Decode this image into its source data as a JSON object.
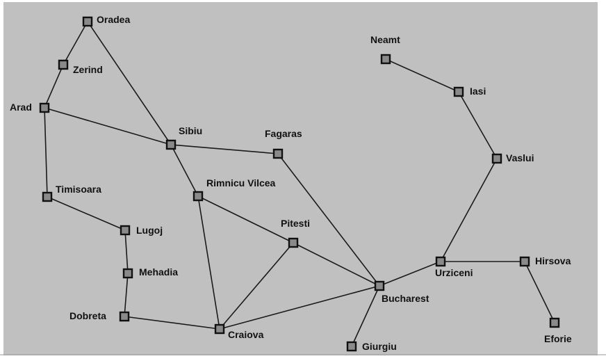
{
  "colors": {
    "background": "#c0c0c0",
    "edge": "#1a1a1a",
    "node_fill": "#8a8a8a",
    "node_border": "#111111",
    "text": "#111111"
  },
  "nodes": [
    {
      "id": "oradea",
      "label": "Oradea"
    },
    {
      "id": "zerind",
      "label": "Zerind"
    },
    {
      "id": "arad",
      "label": "Arad"
    },
    {
      "id": "sibiu",
      "label": "Sibiu"
    },
    {
      "id": "fagaras",
      "label": "Fagaras"
    },
    {
      "id": "timisoara",
      "label": "Timisoara"
    },
    {
      "id": "rimnicu",
      "label": "Rimnicu Vilcea"
    },
    {
      "id": "lugoj",
      "label": "Lugoj"
    },
    {
      "id": "pitesti",
      "label": "Pitesti"
    },
    {
      "id": "mehadia",
      "label": "Mehadia"
    },
    {
      "id": "dobreta",
      "label": "Dobreta"
    },
    {
      "id": "craiova",
      "label": "Craiova"
    },
    {
      "id": "bucharest",
      "label": "Bucharest"
    },
    {
      "id": "giurgiu",
      "label": "Giurgiu"
    },
    {
      "id": "urziceni",
      "label": "Urziceni"
    },
    {
      "id": "hirsova",
      "label": "Hirsova"
    },
    {
      "id": "eforie",
      "label": "Eforie"
    },
    {
      "id": "vaslui",
      "label": "Vaslui"
    },
    {
      "id": "iasi",
      "label": "Iasi"
    },
    {
      "id": "neamt",
      "label": "Neamt"
    }
  ],
  "edges": [
    [
      "oradea",
      "zerind"
    ],
    [
      "zerind",
      "arad"
    ],
    [
      "oradea",
      "sibiu"
    ],
    [
      "arad",
      "sibiu"
    ],
    [
      "arad",
      "timisoara"
    ],
    [
      "timisoara",
      "lugoj"
    ],
    [
      "lugoj",
      "mehadia"
    ],
    [
      "mehadia",
      "dobreta"
    ],
    [
      "dobreta",
      "craiova"
    ],
    [
      "sibiu",
      "fagaras"
    ],
    [
      "sibiu",
      "rimnicu"
    ],
    [
      "rimnicu",
      "pitesti"
    ],
    [
      "rimnicu",
      "craiova"
    ],
    [
      "pitesti",
      "craiova"
    ],
    [
      "pitesti",
      "bucharest"
    ],
    [
      "fagaras",
      "bucharest"
    ],
    [
      "craiova",
      "bucharest"
    ],
    [
      "bucharest",
      "giurgiu"
    ],
    [
      "bucharest",
      "urziceni"
    ],
    [
      "urziceni",
      "hirsova"
    ],
    [
      "hirsova",
      "eforie"
    ],
    [
      "urziceni",
      "vaslui"
    ],
    [
      "vaslui",
      "iasi"
    ],
    [
      "iasi",
      "neamt"
    ]
  ]
}
